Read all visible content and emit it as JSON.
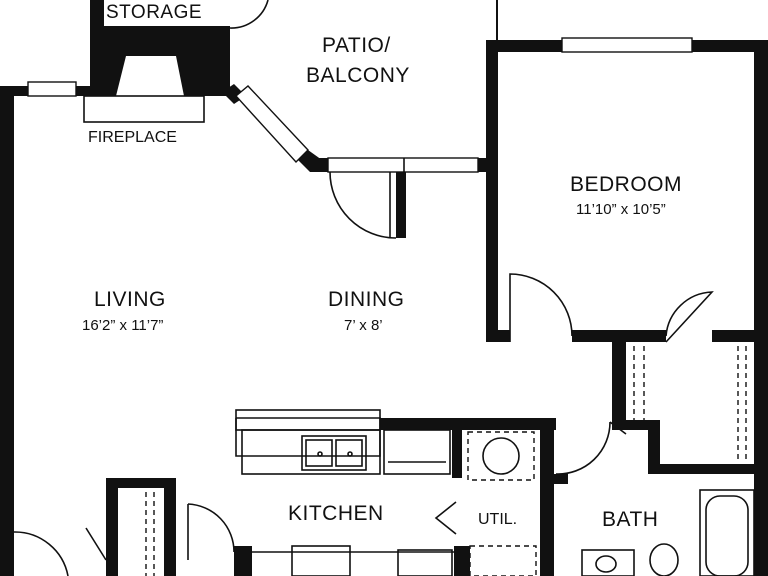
{
  "rooms": {
    "storage": {
      "label": "STORAGE"
    },
    "patio": {
      "line1": "PATIO/",
      "line2": "BALCONY"
    },
    "fireplace": {
      "label": "FIREPLACE"
    },
    "bedroom": {
      "label": "BEDROOM",
      "dims": "11’10” x 10’5”"
    },
    "living": {
      "label": "LIVING",
      "dims": "16’2” x 11’7”"
    },
    "dining": {
      "label": "DINING",
      "dims": "7’ x 8’"
    },
    "kitchen": {
      "label": "KITCHEN"
    },
    "util": {
      "label": "UTIL."
    },
    "bath": {
      "label": "BATH"
    }
  },
  "colors": {
    "ink": "#111111",
    "paper": "#ffffff"
  }
}
